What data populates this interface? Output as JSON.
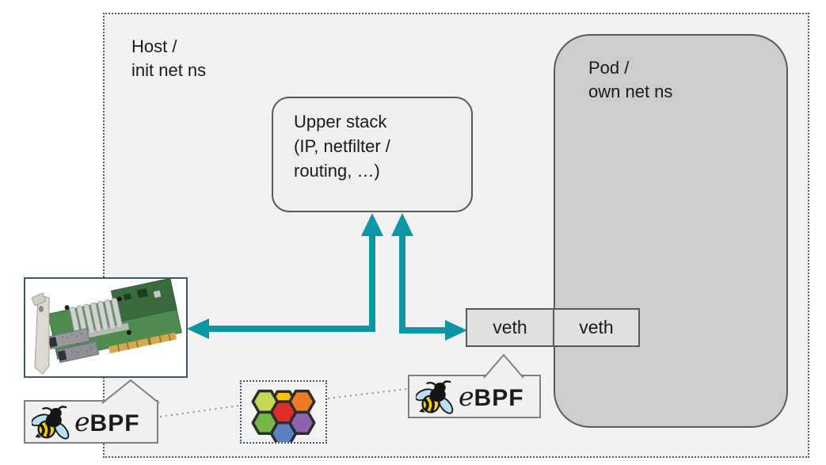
{
  "host": {
    "label": "Host /\ninit net ns"
  },
  "pod": {
    "label": "Pod /\nown net ns"
  },
  "upper_stack": {
    "label": "Upper stack\n(IP,  netfilter /\nrouting, …)"
  },
  "veth": {
    "host_label": "veth",
    "pod_label": "veth"
  },
  "ebpf": {
    "e": "e",
    "bpf": "BPF"
  },
  "colors": {
    "arrow": "#0b96a6",
    "connector": "#8c8c8c",
    "host_bg": "#f2f2f2",
    "pod_bg": "#cdcdcd",
    "box_border": "#595959",
    "navy_dotted": "#44546a"
  },
  "hexagons": {
    "center": "#e02b2b",
    "top": "#f6c500",
    "upper_left": "#c5d954",
    "upper_right": "#ee7b23",
    "lower_left": "#74b843",
    "lower_right": "#8d63ae",
    "bottom": "#5d80c3",
    "border": "#2d2d2d"
  },
  "icons": {
    "nic": "network-interface-card-photo",
    "bee": "ebpf-bee-logo",
    "hex_cluster": "hexagon-cluster"
  }
}
